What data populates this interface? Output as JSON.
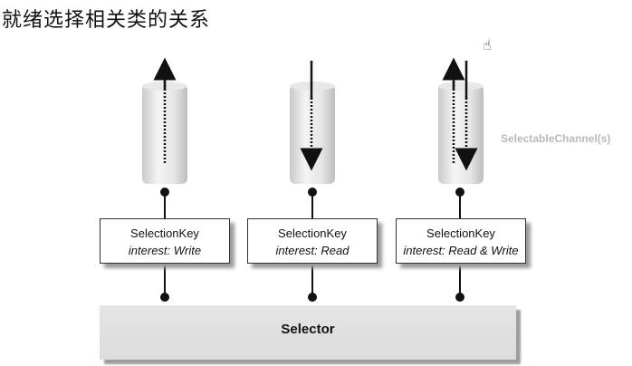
{
  "title": "就绪选择相关类的关系",
  "cursor_icon": "☝",
  "channels_label": "SelectableChannel(s)",
  "keys": [
    {
      "name": "SelectionKey",
      "interest": "interest: Write",
      "direction": "write"
    },
    {
      "name": "SelectionKey",
      "interest": "interest: Read",
      "direction": "read"
    },
    {
      "name": "SelectionKey",
      "interest": "interest: Read & Write",
      "direction": "read-write"
    }
  ],
  "selector": {
    "label": "Selector"
  },
  "colors": {
    "cylinder_light": "#f2f2f2",
    "cylinder_dark": "#c8c8c8",
    "line": "#111111",
    "label_gray": "#b9b9b9"
  }
}
